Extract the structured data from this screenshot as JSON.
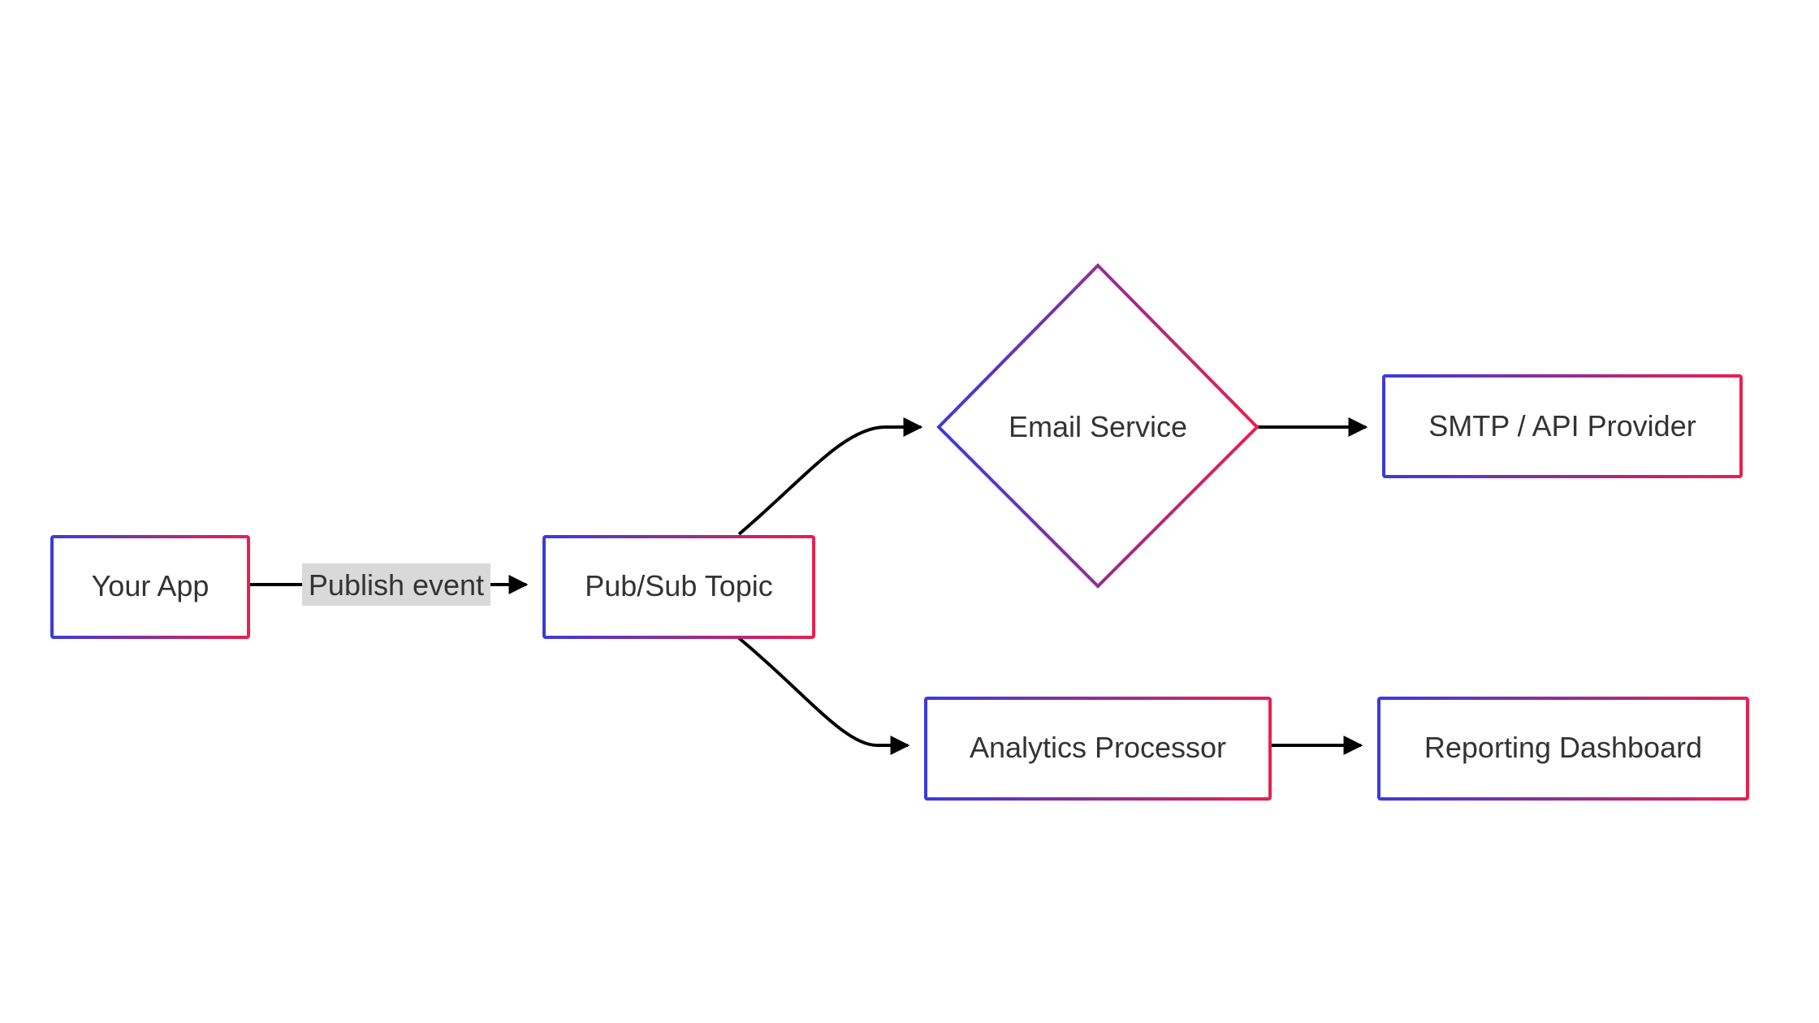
{
  "nodes": {
    "your_app": "Your App",
    "pubsub_topic": "Pub/Sub Topic",
    "email_service": "Email Service",
    "smtp_provider": "SMTP / API Provider",
    "analytics_processor": "Analytics Processor",
    "reporting_dashboard": "Reporting Dashboard"
  },
  "edges": {
    "publish_event": "Publish event"
  },
  "colors": {
    "border_start": "#3b3bd9",
    "border_end": "#e8204f",
    "edge": "#000000",
    "edge_label_bg": "#d9d9d9",
    "text": "#333333"
  }
}
